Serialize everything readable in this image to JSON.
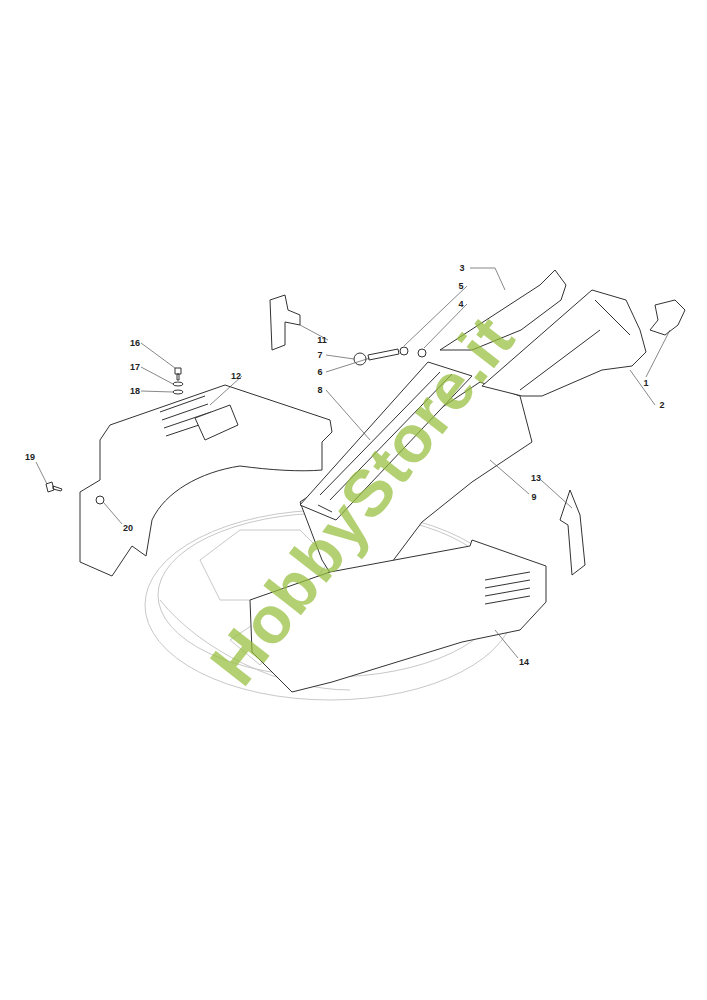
{
  "diagram": {
    "labels": [
      "3",
      "5",
      "4",
      "11",
      "7",
      "6",
      "1",
      "2",
      "16",
      "12",
      "17",
      "18",
      "8",
      "19",
      "9",
      "13",
      "20",
      "14",
      "HobbyStore.it"
    ]
  }
}
